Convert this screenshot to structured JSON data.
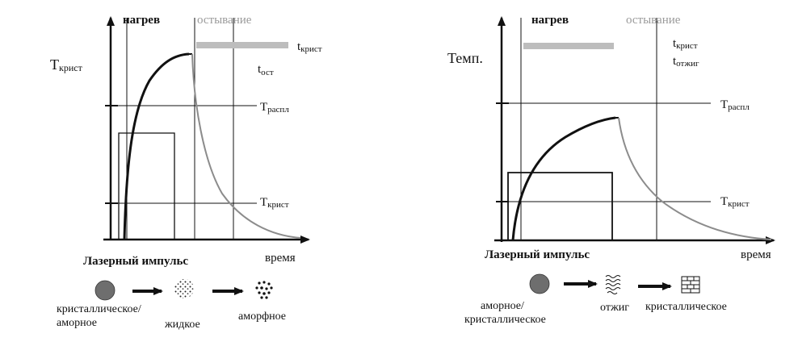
{
  "left": {
    "phase_heating": "нагрев",
    "phase_cooling": "остывание",
    "y_label_main": "T",
    "y_label_sub": "крист",
    "t_cryst_main": "t",
    "t_cryst_sub": "крист",
    "t_cool_main": "t",
    "t_cool_sub": "ост",
    "t_melt_main": "T",
    "t_melt_sub": "распл",
    "t_cryst_level_main": "T",
    "t_cryst_level_sub": "крист",
    "x_label_pulse": "Лазерный импульс",
    "x_label_time": "время",
    "states": [
      "кристаллическое/",
      "аморное",
      "жидкое",
      "аморфное"
    ]
  },
  "right": {
    "phase_heating": "нагрев",
    "phase_cooling": "остывание",
    "y_label": "Темп.",
    "t_cryst_main": "t",
    "t_cryst_sub": "крист",
    "t_anneal_main": "t",
    "t_anneal_sub": "отжиг",
    "t_melt_main": "T",
    "t_melt_sub": "распл",
    "t_cryst_level_main": "T",
    "t_cryst_level_sub": "крист",
    "x_label_pulse": "Лазерный импульс",
    "x_label_time": "время",
    "states": [
      "аморное/",
      "кристаллическое",
      "отжиг",
      "кристаллическое"
    ]
  },
  "colors": {
    "line": "#111111",
    "gray": "#8c8c8c",
    "bar": "#bdbdbd"
  }
}
